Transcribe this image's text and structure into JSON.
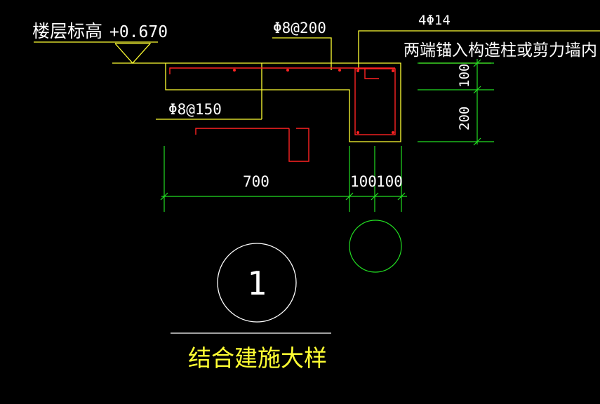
{
  "labels": {
    "floor_level": "楼层标高",
    "elevation": "+0.670",
    "top_bar": "Φ8@200",
    "bottom_bar": "Φ8@150",
    "column_bars": "4Φ14",
    "anchor_note": "两端锚入构造柱或剪力墙内",
    "detail_title": "结合建施大样",
    "detail_number": "1"
  },
  "dimensions": {
    "horizontal": [
      "700",
      "100",
      "100"
    ],
    "vertical": [
      "100",
      "200"
    ]
  },
  "colors": {
    "background": "#000000",
    "outline": "#ffff33",
    "rebar": "#ff2222",
    "dimension": "#22dd22",
    "text": "#ffffff",
    "title": "#ffff33",
    "circle": "#ffffff"
  }
}
